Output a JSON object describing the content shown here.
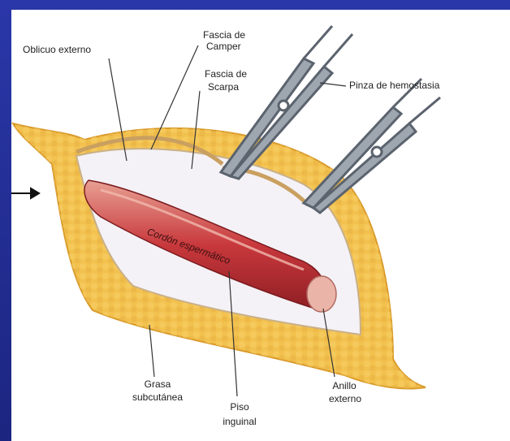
{
  "slide": {
    "background": "#1e2a8a"
  },
  "labels": {
    "oblicuo": "Oblicuo externo",
    "camper_1": "Fascia de",
    "camper_2": "Camper",
    "scarpa_1": "Fascia de",
    "scarpa_2": "Scarpa",
    "pinza": "Pinza de hemostasia",
    "cordon": "Cordón espermático",
    "grasa_1": "Grasa",
    "grasa_2": "subcutánea",
    "piso_1": "Piso",
    "piso_2": "inguinal",
    "anillo_1": "Anillo",
    "anillo_2": "externo"
  },
  "colors": {
    "fat": "#f2c14e",
    "fat_dark": "#d99a2b",
    "fascia": "#f4f2f6",
    "cord": "#c8383c",
    "cord_light": "#e89a90"
  }
}
